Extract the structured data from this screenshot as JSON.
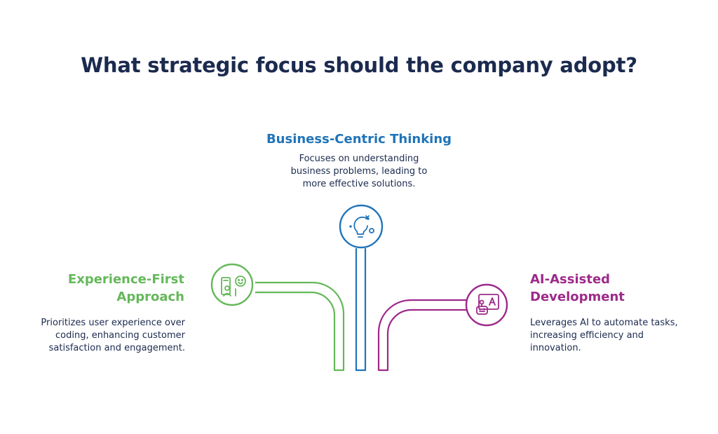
{
  "title": "What strategic focus should the company adopt?",
  "colors": {
    "title": "#1b2a4e",
    "text": "#1b2a4e",
    "business": "#2074b9",
    "experience": "#65b85a",
    "ai": "#9d2a8a"
  },
  "options": [
    {
      "id": "business",
      "heading": "Business-Centric Thinking",
      "lines": [
        "Focuses on understanding",
        "business problems, leading to",
        "more effective solutions."
      ],
      "icon": "lightbulb-icon"
    },
    {
      "id": "experience",
      "heading_lines": [
        "Experience-First",
        "Approach"
      ],
      "lines": [
        "Prioritizes user experience over",
        "coding, enhancing customer",
        "satisfaction and engagement."
      ],
      "icon": "user-experience-icon"
    },
    {
      "id": "ai",
      "heading_lines": [
        "AI-Assisted",
        "Development"
      ],
      "lines": [
        "Leverages AI to automate tasks,",
        "increasing efficiency and",
        "innovation."
      ],
      "icon": "ai-robot-icon"
    }
  ]
}
